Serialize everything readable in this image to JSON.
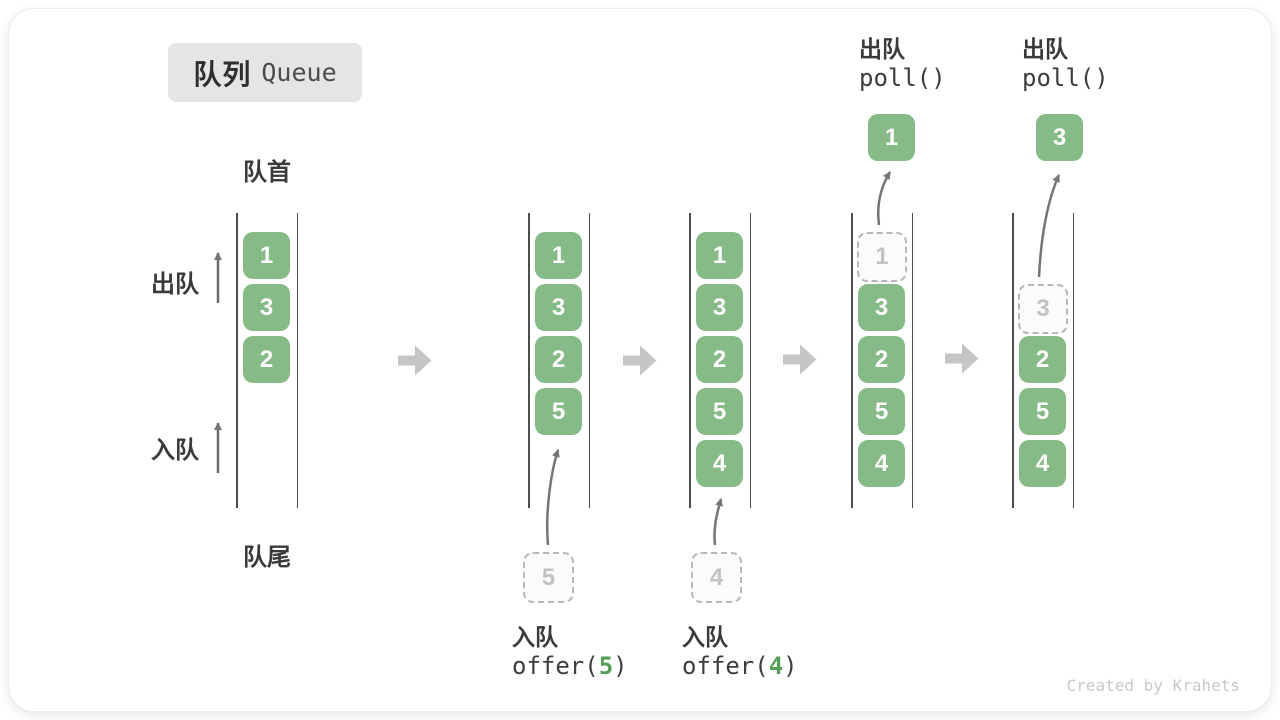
{
  "title": {
    "zh": "队列",
    "en": "Queue"
  },
  "side_labels": {
    "front": "队首",
    "rear": "队尾",
    "dequeue": "出队",
    "enqueue": "入队"
  },
  "operations": {
    "enqueue5": {
      "label": "入队",
      "code_pre": "offer(",
      "arg": "5",
      "code_post": ")"
    },
    "enqueue4": {
      "label": "入队",
      "code_pre": "offer(",
      "arg": "4",
      "code_post": ")"
    },
    "poll_first": {
      "label": "出队",
      "code": "poll()"
    },
    "poll_second": {
      "label": "出队",
      "code": "poll()"
    }
  },
  "queues": [
    {
      "cells": [
        {
          "value": "1"
        },
        {
          "value": "3"
        },
        {
          "value": "2"
        }
      ]
    },
    {
      "cells": [
        {
          "value": "1"
        },
        {
          "value": "3"
        },
        {
          "value": "2"
        },
        {
          "value": "5"
        }
      ],
      "incoming": {
        "value": "5"
      }
    },
    {
      "cells": [
        {
          "value": "1"
        },
        {
          "value": "3"
        },
        {
          "value": "2"
        },
        {
          "value": "5"
        },
        {
          "value": "4"
        }
      ],
      "incoming": {
        "value": "4"
      }
    },
    {
      "cells": [
        {
          "value": "1",
          "state": "removed"
        },
        {
          "value": "3"
        },
        {
          "value": "2"
        },
        {
          "value": "5"
        },
        {
          "value": "4"
        }
      ],
      "polled": {
        "value": "1"
      }
    },
    {
      "cells": [
        {
          "value": "3",
          "state": "removed"
        },
        {
          "value": "2"
        },
        {
          "value": "5"
        },
        {
          "value": "4"
        }
      ],
      "polled": {
        "value": "3"
      }
    }
  ],
  "watermark": "Created by Krahets",
  "colors": {
    "cell_green": "#86ba86",
    "arg_green": "#55a055",
    "flow_arrow_gray": "#c5c5c5",
    "dashed_gray": "#b7b7b7",
    "small_arrow_gray": "#757575"
  }
}
